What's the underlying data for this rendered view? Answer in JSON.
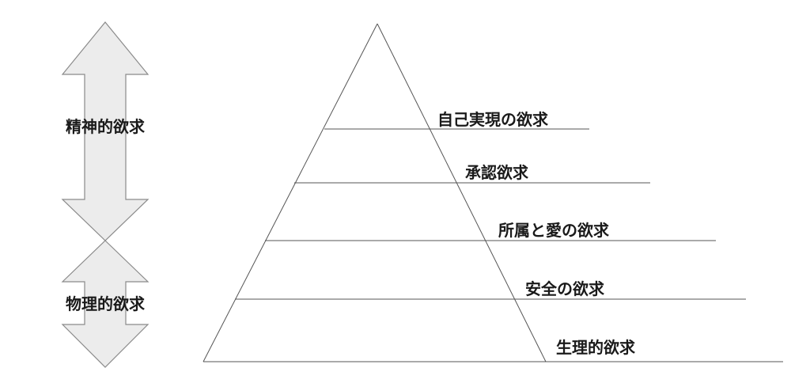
{
  "diagram": {
    "side_labels": {
      "upper": "精神的欲求",
      "lower": "物理的欲求"
    },
    "levels": [
      {
        "label": "自己実現の欲求"
      },
      {
        "label": "承認欲求"
      },
      {
        "label": "所属と愛の欲求"
      },
      {
        "label": "安全の欲求"
      },
      {
        "label": "生理的欲求"
      }
    ],
    "colors": {
      "arrow_fill": "#ececec",
      "arrow_stroke": "#8a8a8a",
      "line": "#555555",
      "text": "#1a1a1a"
    }
  }
}
